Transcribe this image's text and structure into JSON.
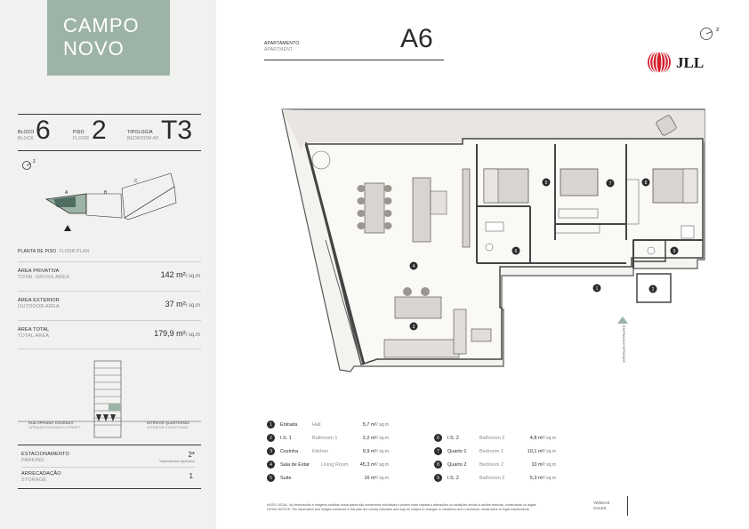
{
  "brand": {
    "line1": "CAMPO",
    "line2": "NOVO",
    "color": "#9cb3a6"
  },
  "unit_info": {
    "bloco_pt": "BLOCO",
    "bloco_en": "BLOCK",
    "bloco_value": "6",
    "piso_pt": "PISO",
    "piso_en": "FLOOR",
    "piso_value": "2",
    "tipologia_pt": "TIPOLOGIA",
    "tipologia_en": "BEDROOM AP.",
    "tipologia_value": "T3"
  },
  "key_plan": {
    "north": "z",
    "labels": [
      "A",
      "B",
      "C"
    ]
  },
  "floor_plan_label": {
    "pt": "PLANTA DE PISO",
    "en": "FLOOR PLAN"
  },
  "areas": [
    {
      "pt": "ÁREA PRIVATIVA",
      "en": "TOTAL GROSS AREA",
      "value": "142 m²",
      "unit": "/ sq.m"
    },
    {
      "pt": "ÁREA EXTERIOR",
      "en": "OUTDOOR AREA",
      "value": "37 m²",
      "unit": "/ sq.m"
    },
    {
      "pt": "ÁREA TOTAL",
      "en": "TOTAL AREA",
      "value": "179,9 m²",
      "unit": "/ sq.m"
    }
  ],
  "section": {
    "street_left_pt": "RUA OPRIANO DOURADO",
    "street_left_en": "OPRIANO DOURADO STREET",
    "street_right_pt": "INTERIOR QUARTEIRÃO",
    "street_right_en": "INTERIOR COURTYARD"
  },
  "extras": [
    {
      "pt": "ESTACIONAMENTO",
      "en": "PARKING",
      "value": "2*",
      "note": "*dependentes/ dependent"
    },
    {
      "pt": "ARRECADAÇÃO",
      "en": "STORAGE",
      "value": "1",
      "note": ""
    }
  ],
  "apartment": {
    "label_pt": "APARTAMENTO",
    "label_en": "APARTMENT",
    "code": "A6"
  },
  "jll": {
    "text": "JLL",
    "color": "#d3202e"
  },
  "plan": {
    "entrance_pt": "ENTRADA",
    "entrance_en": "ENTRANCE",
    "north": "z"
  },
  "rooms_left": [
    {
      "num": "1",
      "pt": "Entrada",
      "en": "Hall",
      "area": "5,7 m²",
      "unit": "/ sq.m"
    },
    {
      "num": "2",
      "pt": "I.S. 1",
      "en": "Bathroom 1",
      "area": "2,2 m²",
      "unit": "/ sq.m"
    },
    {
      "num": "3",
      "pt": "Cozinha",
      "en": "Kitchen",
      "area": "9,9 m²",
      "unit": "/ sq.m"
    },
    {
      "num": "4",
      "pt": "Sala de Estar",
      "en": "Living Room",
      "area": "45,3 m²",
      "unit": "/ sq.m"
    },
    {
      "num": "5",
      "pt": "Suite",
      "en": "",
      "area": "16 m²",
      "unit": "/ sq.m"
    }
  ],
  "rooms_right": [
    {
      "num": "6",
      "pt": "I.S. 2",
      "en": "Bathroom 2",
      "area": "4,8 m²",
      "unit": "/ sq.m"
    },
    {
      "num": "7",
      "pt": "Quarto 1",
      "en": "Bedroom 1",
      "area": "10,1 m²",
      "unit": "/ sq.m"
    },
    {
      "num": "8",
      "pt": "Quarto 2",
      "en": "Bedroom 2",
      "area": "10 m²",
      "unit": "/ sq.m"
    },
    {
      "num": "9",
      "pt": "I.S. 2",
      "en": "Bathroom 2",
      "area": "5,3 m²",
      "unit": "/ sq.m"
    }
  ],
  "legal": {
    "pt": "AVISO LEGAL: As informações e imagens contidas nesta planta são meramente indicativas e podem estar sujeitas a alterações ou variações devido a razões técnicas, construtivas ou legais.",
    "en": "LEGAL NOTICE: The information and images contained in this plan are merely indicative and may be subject to changes or variations due to technical, constructive or legal requirements."
  },
  "vendas": {
    "pt": "VENDAS",
    "en": "SALES"
  }
}
